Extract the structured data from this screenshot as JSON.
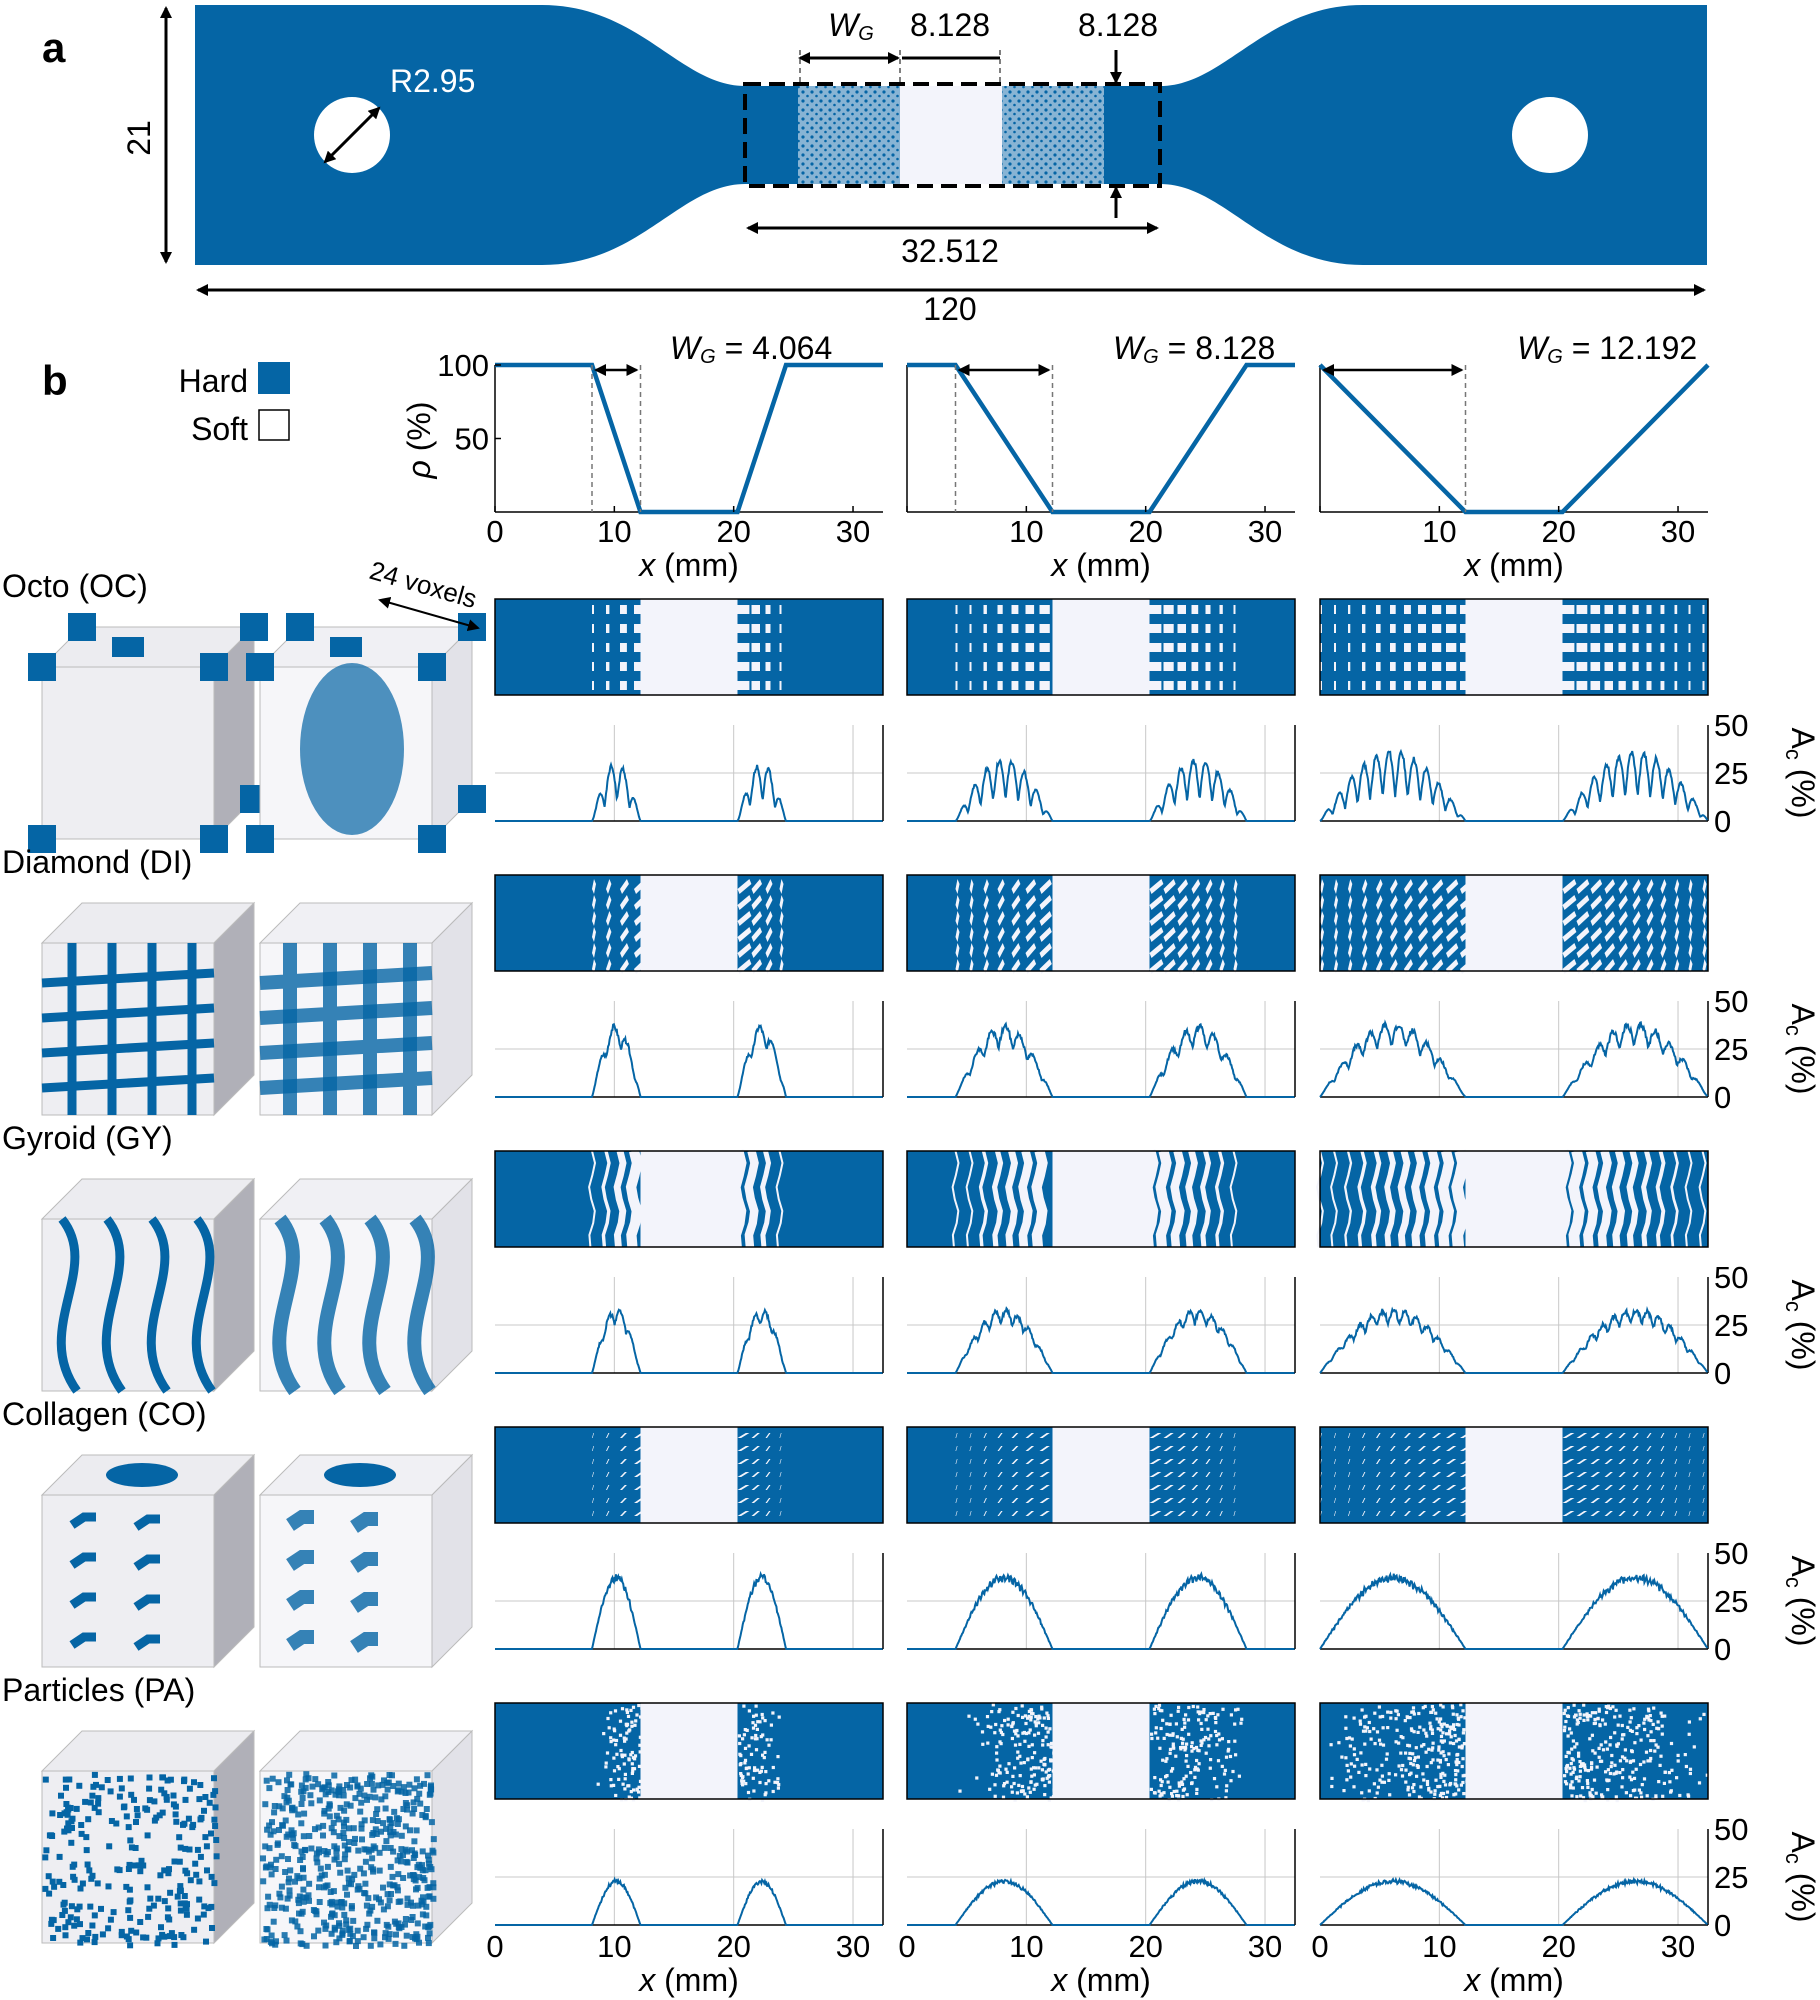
{
  "panel_a": {
    "label": "a",
    "dims": {
      "overall_length": "120",
      "width": "21",
      "hole_radius": "R2.95",
      "gauge_length": "32.512",
      "gauge_width": "8.128",
      "center_soft": "8.128",
      "wg_label": "W",
      "wg_sub": "G"
    },
    "colors": {
      "hard": "#0565a5",
      "soft": "#f3f4fb"
    }
  },
  "panel_b": {
    "label": "b",
    "legend": [
      {
        "label": "Hard",
        "color": "#0565a5"
      },
      {
        "label": "Soft",
        "color": "#ffffff"
      }
    ],
    "density_titles": [
      {
        "prefix": "W",
        "sub": "G",
        "value": " = 4.064"
      },
      {
        "prefix": "W",
        "sub": "G",
        "value": " = 8.128"
      },
      {
        "prefix": "W",
        "sub": "G",
        "value": " = 12.192"
      }
    ],
    "rho_label": {
      "symbol": "ρ",
      "unit": " (%)"
    },
    "ac_label": {
      "main": "A",
      "sub": "c",
      "unit": " (%)"
    },
    "x_label": {
      "var": "x",
      "unit": " (mm)"
    },
    "x_ticks": [
      "0",
      "10",
      "20",
      "30"
    ],
    "rho_ticks": [
      "100",
      "50",
      "0"
    ],
    "ac_ticks": [
      "50",
      "25",
      "0"
    ],
    "voxels_label": "24 voxels",
    "architectures": [
      {
        "name": "Octo (OC)",
        "key": "OC"
      },
      {
        "name": "Diamond (DI)",
        "key": "DI"
      },
      {
        "name": "Gyroid (GY)",
        "key": "GY"
      },
      {
        "name": "Collagen (CO)",
        "key": "CO"
      },
      {
        "name": "Particles (PA)",
        "key": "PA"
      }
    ]
  },
  "chart_data": [
    {
      "type": "line",
      "title": "WG = 4.064",
      "xlabel": "x (mm)",
      "ylabel": "ρ (%)",
      "xlim": [
        0,
        32.512
      ],
      "ylim": [
        0,
        100
      ],
      "series": [
        {
          "x": [
            0,
            8.128,
            12.192,
            20.32,
            24.384,
            32.512
          ],
          "values": [
            100,
            100,
            0,
            0,
            100,
            100
          ]
        }
      ]
    },
    {
      "type": "line",
      "title": "WG = 8.128",
      "xlabel": "x (mm)",
      "ylabel": "ρ (%)",
      "xlim": [
        0,
        32.512
      ],
      "ylim": [
        0,
        100
      ],
      "series": [
        {
          "x": [
            0,
            4.064,
            12.192,
            20.32,
            28.448,
            32.512
          ],
          "values": [
            100,
            100,
            0,
            0,
            100,
            100
          ]
        }
      ]
    },
    {
      "type": "line",
      "title": "WG = 12.192",
      "xlabel": "x (mm)",
      "ylabel": "ρ (%)",
      "xlim": [
        0,
        32.512
      ],
      "ylim": [
        0,
        100
      ],
      "series": [
        {
          "x": [
            0,
            12.192,
            20.32,
            32.512
          ],
          "values": [
            100,
            0,
            0,
            100
          ]
        }
      ]
    },
    {
      "type": "line",
      "title": "Ac profiles (peak values, %)",
      "xlabel": "x (mm)",
      "ylabel": "Ac (%)",
      "ylim": [
        0,
        50
      ],
      "series": [
        {
          "name": "OC",
          "values": [
            30,
            32,
            36
          ]
        },
        {
          "name": "DI",
          "values": [
            37,
            37,
            38
          ]
        },
        {
          "name": "GY",
          "values": [
            33,
            33,
            33
          ]
        },
        {
          "name": "CO",
          "values": [
            38,
            38,
            38
          ]
        },
        {
          "name": "PA",
          "values": [
            23,
            23,
            23
          ]
        }
      ]
    }
  ]
}
